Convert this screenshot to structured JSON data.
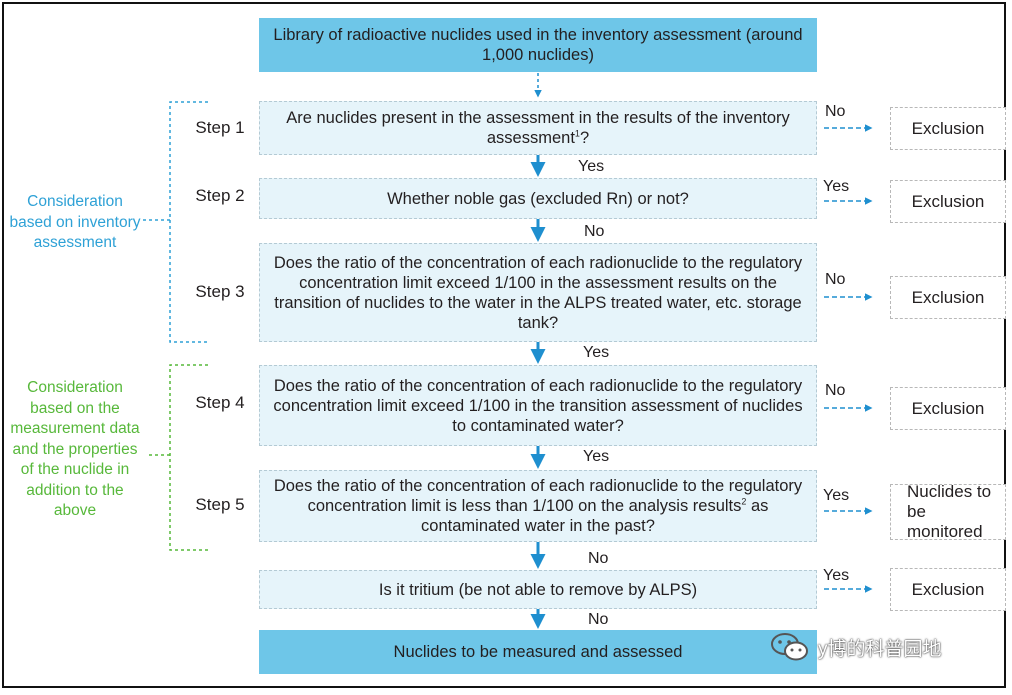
{
  "flow": {
    "top": "Library of radioactive nuclides used in the inventory assessment (around 1,000 nuclides)",
    "steps": [
      {
        "label": "Step 1",
        "question": "Are nuclides present in the assessment in the results of the inventory assessment",
        "footnote": "1",
        "question_end": "?"
      },
      {
        "label": "Step 2",
        "question": "Whether noble gas (excluded Rn) or not?"
      },
      {
        "label": "Step 3",
        "question": "Does the ratio of the concentration of each radionuclide to the regulatory concentration limit exceed 1/100 in the assessment results on the transition of nuclides to the water in the ALPS treated water, etc. storage tank?"
      },
      {
        "label": "Step 4",
        "question": "Does the ratio of the concentration of each radionuclide to the regulatory concentration limit exceed 1/100 in the transition assessment of nuclides to contaminated water?"
      },
      {
        "label": "Step 5",
        "question": "Does the ratio of the concentration of each radionuclide to the regulatory concentration limit is less than 1/100 on the analysis results",
        "footnote": "2",
        "question_end": " as contaminated water in the past?"
      },
      {
        "label": "",
        "question": "Is it tritium (be not able to remove by ALPS)"
      }
    ],
    "final": "Nuclides to be measured and assessed",
    "down_labels": [
      "Yes",
      "No",
      "Yes",
      "Yes",
      "No",
      "No"
    ],
    "side_answers": [
      "No",
      "Yes",
      "No",
      "No",
      "Yes",
      "Yes"
    ],
    "outcomes": [
      "Exclusion",
      "Exclusion",
      "Exclusion",
      "Exclusion",
      "Nuclides to be monitored",
      "Exclusion"
    ]
  },
  "groups": {
    "inventory": "Consideration based on inventory assessment",
    "measurement": "Consideration based on the measurement data and the properties of the nuclide in addition to the above"
  },
  "watermark": {
    "text": "y博的科普园地",
    "icon": "wechat-icon"
  },
  "colors": {
    "solid_box": "#6ec6e8",
    "dashed_box": "#e6f4fa",
    "arrow": "#1f8fcf",
    "blue_text": "#2ea1d6",
    "green_text": "#57b83a"
  }
}
